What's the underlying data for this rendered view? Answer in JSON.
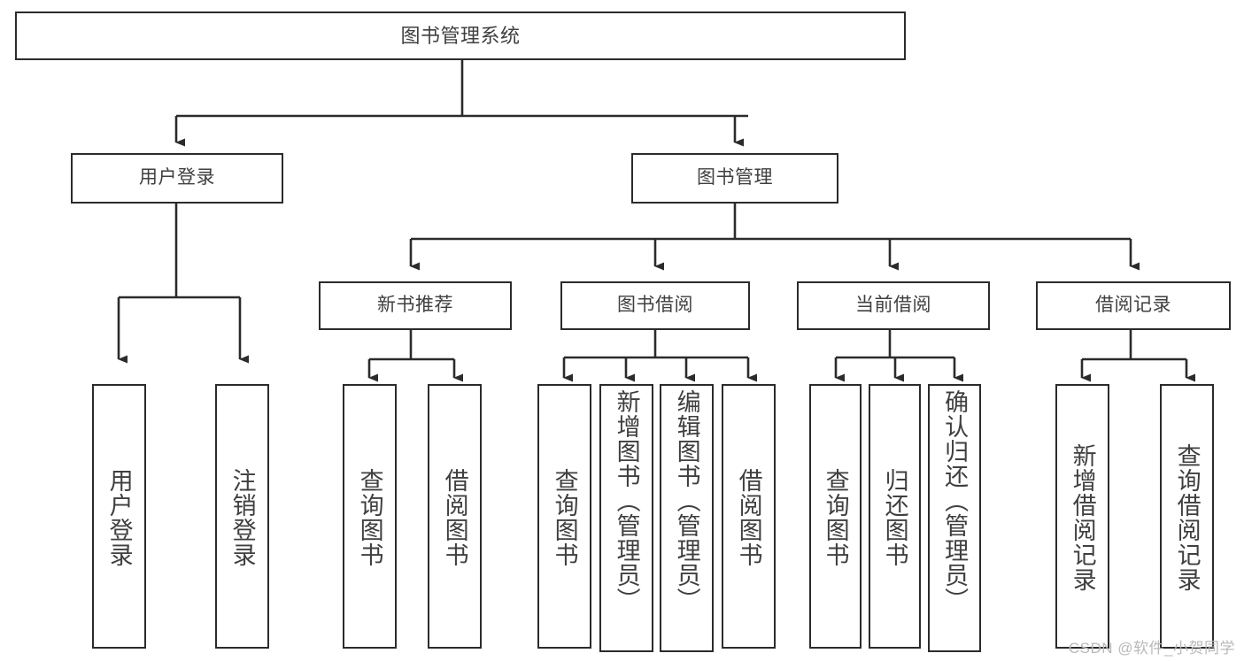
{
  "diagram": {
    "title": "图书管理系统",
    "type": "tree",
    "colors": {
      "stroke": "#2b2b2b",
      "text": "#3f3f3f",
      "background": "#ffffff",
      "watermark": "#b9b9b9"
    },
    "watermark": "CSDN @软件_小贺同学",
    "levels": {
      "root": {
        "label": "图书管理系统"
      },
      "level2": [
        {
          "label": "用户登录"
        },
        {
          "label": "图书管理"
        }
      ],
      "level3": [
        {
          "label": "新书推荐"
        },
        {
          "label": "图书借阅"
        },
        {
          "label": "当前借阅"
        },
        {
          "label": "借阅记录"
        }
      ],
      "leaves": {
        "user_login": [
          {
            "label": "用户登录"
          },
          {
            "label": "注销登录"
          }
        ],
        "new_book_recommend": [
          {
            "label": "查询图书"
          },
          {
            "label": "借阅图书"
          }
        ],
        "book_borrow": [
          {
            "label": "查询图书"
          },
          {
            "label": "新增图书（管理员）"
          },
          {
            "label": "编辑图书（管理员）"
          },
          {
            "label": "借阅图书"
          }
        ],
        "current_borrow": [
          {
            "label": "查询图书"
          },
          {
            "label": "归还图书"
          },
          {
            "label": "确认归还（管理员）"
          }
        ],
        "borrow_record": [
          {
            "label": "新增借阅记录"
          },
          {
            "label": "查询借阅记录"
          }
        ]
      }
    }
  }
}
